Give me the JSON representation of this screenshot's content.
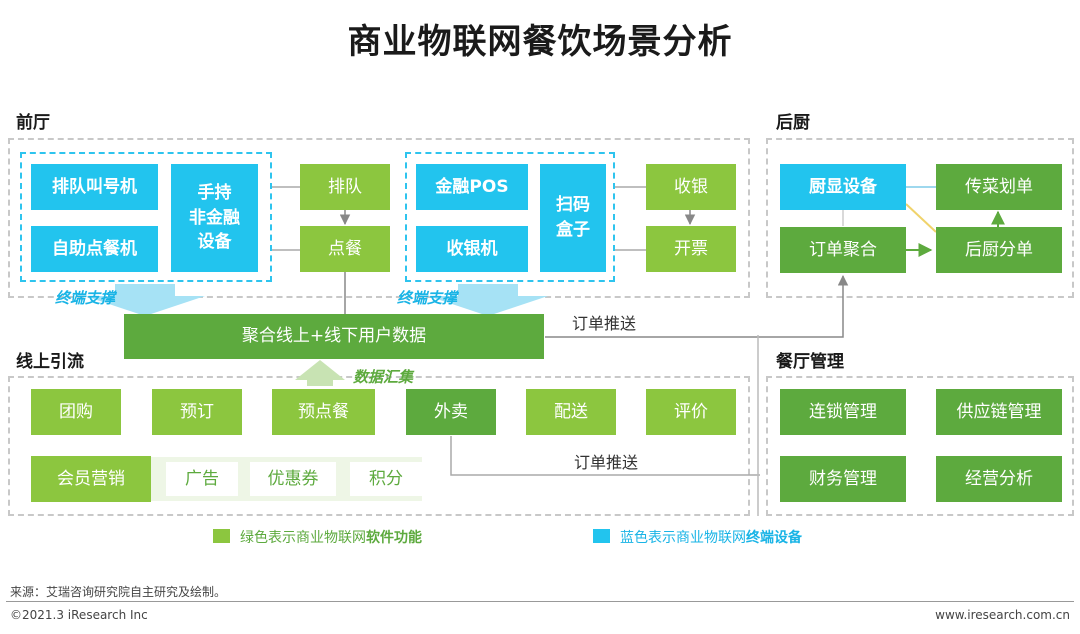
{
  "title": "商业物联网餐饮场景分析",
  "sections": {
    "front": "前厅",
    "kitchen": "后厨",
    "online": "线上引流",
    "management": "餐厅管理"
  },
  "front": {
    "queue_machine": "排队叫号机",
    "self_order_machine": "自助点餐机",
    "handheld": "手持\n非金融\n设备",
    "queue": "排队",
    "order": "点餐",
    "finance_pos": "金融POS",
    "cash_register": "收银机",
    "scan_box": "扫码\n盒子",
    "checkout": "收银",
    "invoice": "开票",
    "terminal_support_1": "终端支撑",
    "terminal_support_2": "终端支撑"
  },
  "kitchen": {
    "kds": "厨显设备",
    "dish_dispatch": "传菜划单",
    "order_aggregate": "订单聚合",
    "kitchen_split": "后厨分单"
  },
  "aggregate_bar": "聚合线上+线下用户数据",
  "order_push_1": "订单推送",
  "order_push_2": "订单推送",
  "data_collect": "数据汇集",
  "online": {
    "group_buy": "团购",
    "reservation": "预订",
    "pre_order": "预点餐",
    "takeout": "外卖",
    "delivery": "配送",
    "review": "评价",
    "member_marketing": "会员营销",
    "ads": "广告",
    "coupons": "优惠券",
    "points": "积分"
  },
  "management": {
    "chain": "连锁管理",
    "supply_chain": "供应链管理",
    "finance": "财务管理",
    "operations": "经营分析"
  },
  "legend": {
    "green_prefix": "绿色表示商业物联网",
    "green_bold": "软件功能",
    "blue_prefix": "蓝色表示商业物联网",
    "blue_bold": "终端设备"
  },
  "footer": {
    "source": "来源：艾瑞咨询研究院自主研究及绘制。",
    "copyright": "©2021.3 iResearch Inc",
    "website": "www.iresearch.com.cn"
  },
  "colors": {
    "green": "#5daa3e",
    "light_green": "#8cc63f",
    "blue": "#22c4ee"
  }
}
